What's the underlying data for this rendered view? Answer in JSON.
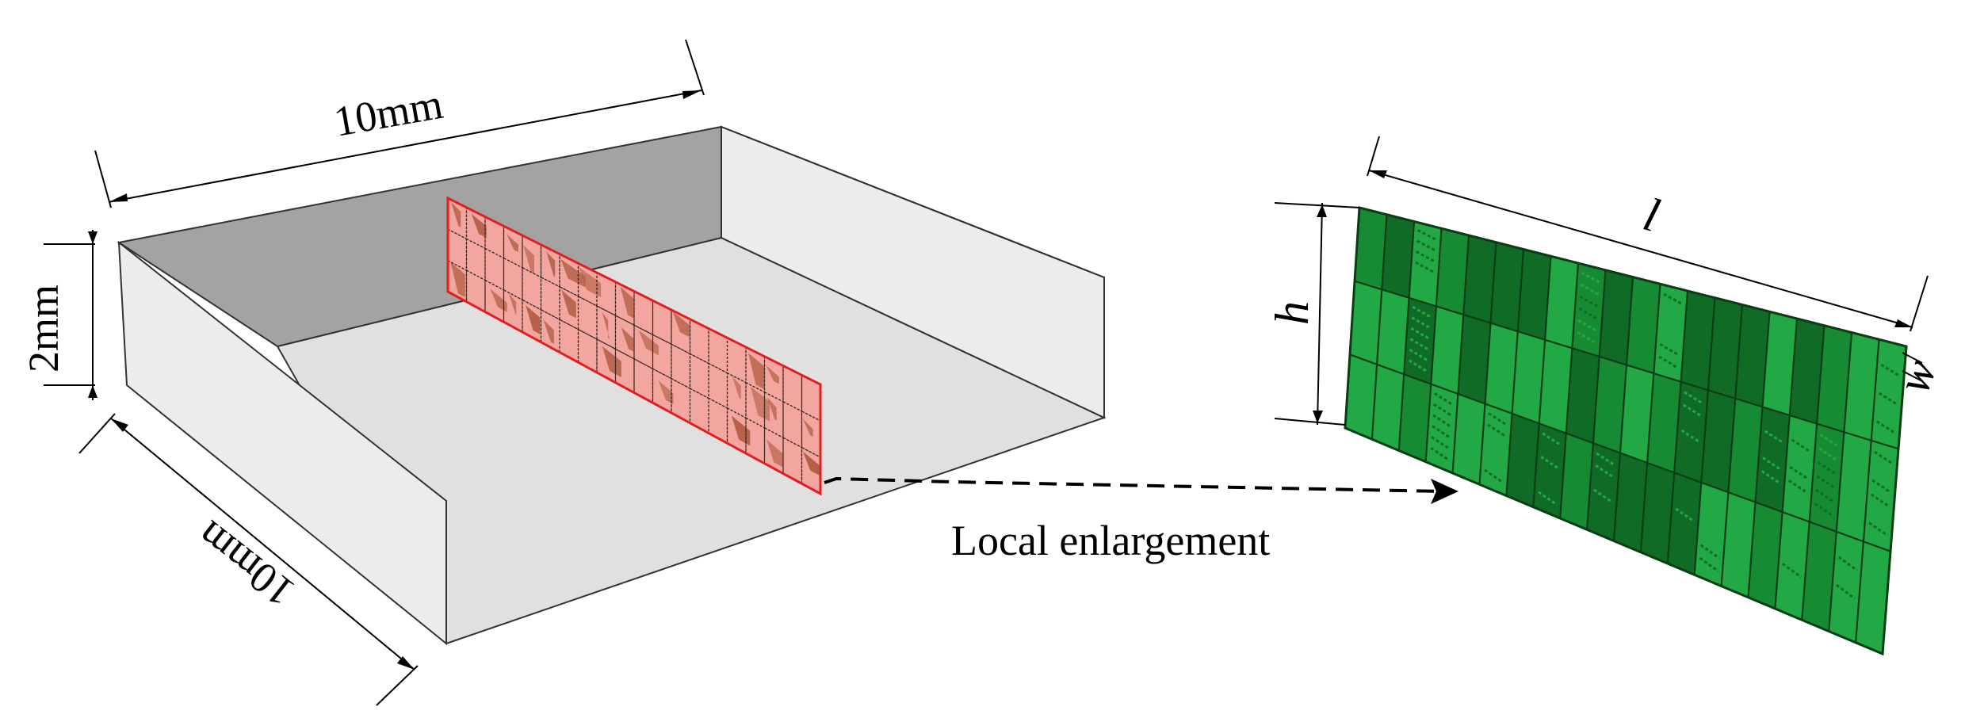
{
  "diagram": {
    "dimension_top": "10mm",
    "dimension_height": "2mm",
    "dimension_side": "10mm",
    "arrow_caption": "Local enlargement",
    "label_length": "l",
    "label_height": "h",
    "label_width": "w"
  },
  "colors": {
    "box_wall_light": "#ececec",
    "box_wall_dark": "#a3a3a3",
    "box_floor": "#e0e0e0",
    "slice_fill": "#f3a5a0",
    "slice_grain": "#b35f45",
    "slice_border": "#e01f1f",
    "zoom_light": "#22a844",
    "zoom_dark": "#0f6b25",
    "zoom_mid": "#178a34"
  },
  "mesh": {
    "rows": 3,
    "cols": 20
  }
}
